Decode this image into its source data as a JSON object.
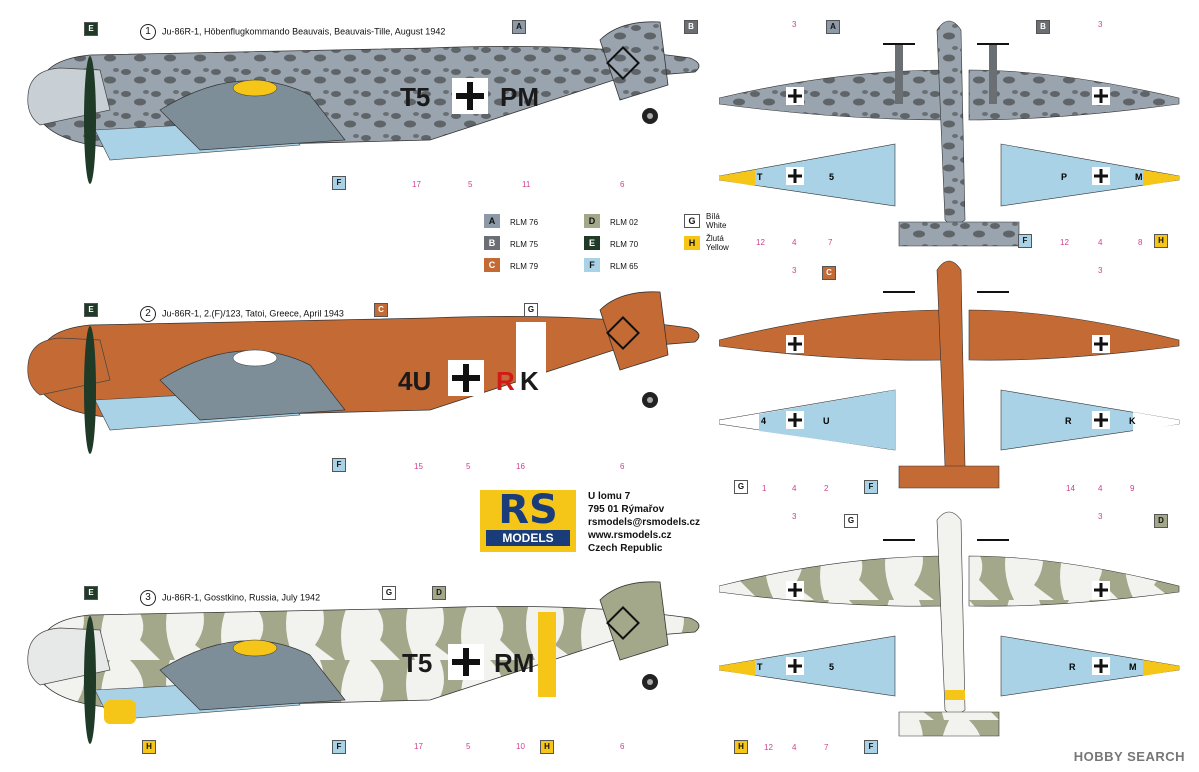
{
  "schemes": [
    {
      "number": "1",
      "title": "Ju-86R-1, Höbenflugkommando Beauvais, Beauvais-Tille, August 1942",
      "code_left": "T5",
      "code_right": "PM",
      "code_red": ""
    },
    {
      "number": "2",
      "title": "Ju-86R-1, 2.(F)/123, Tatoi, Greece, April 1943",
      "code_left": "4U",
      "code_right": "K",
      "code_red": "R"
    },
    {
      "number": "3",
      "title": "Ju-86R-1, Gosstkino, Russia, July 1942",
      "code_left": "T5",
      "code_right": "RM",
      "code_red": ""
    }
  ],
  "side_callouts": {
    "s1": [
      "17",
      "5",
      "11",
      "6"
    ],
    "s2": [
      "15",
      "5",
      "16",
      "6"
    ],
    "s3": [
      "17",
      "5",
      "10",
      "6"
    ]
  },
  "top_callouts": [
    "3",
    "3"
  ],
  "under_callouts": {
    "u1_left": [
      "12",
      "4",
      "7"
    ],
    "u1_right": [
      "12",
      "4",
      "8"
    ],
    "u2_left": [
      "1",
      "4",
      "2"
    ],
    "u2_right": [
      "14",
      "4",
      "9"
    ],
    "u3_left": [
      "12",
      "4",
      "7"
    ]
  },
  "under_letters": {
    "u1_left": [
      "T",
      "5"
    ],
    "u1_right": [
      "P",
      "M"
    ],
    "u2_left": [
      "4",
      "U"
    ],
    "u2_right": [
      "R",
      "K"
    ],
    "u3_left": [
      "T",
      "5"
    ],
    "u3_right": [
      "R",
      "M"
    ]
  },
  "legend": [
    {
      "key": "A",
      "label": "RLM 76",
      "color": "#8d99a6",
      "text": "#222"
    },
    {
      "key": "B",
      "label": "RLM 75",
      "color": "#6b6e72",
      "text": "#fff"
    },
    {
      "key": "C",
      "label": "RLM 79",
      "color": "#c46a35",
      "text": "#fff"
    },
    {
      "key": "D",
      "label": "RLM 02",
      "color": "#a4a88a",
      "text": "#222"
    },
    {
      "key": "E",
      "label": "RLM 70",
      "color": "#1f3a26",
      "text": "#fff"
    },
    {
      "key": "F",
      "label": "RLM 65",
      "color": "#a9d2e6",
      "text": "#222"
    },
    {
      "key": "G",
      "label_line1": "Bílá",
      "label_line2": "White",
      "color": "#ffffff",
      "text": "#222"
    },
    {
      "key": "H",
      "label_line1": "Žlutá",
      "label_line2": "Yellow",
      "color": "#f5c518",
      "text": "#222"
    }
  ],
  "logo": {
    "top": "RS",
    "bottom": "MODELS"
  },
  "address": [
    "U lomu 7",
    "795 01 Rýmařov",
    "rsmodels@rsmodels.cz",
    "www.rsmodels.cz",
    "Czech Republic"
  ],
  "watermark": "HOBBY SEARCH",
  "colors": {
    "rlm76": "#8d99a6",
    "rlm75": "#6b6e72",
    "rlm79": "#c46a35",
    "rlm02": "#a4a88a",
    "rlm70": "#1f3a26",
    "rlm65": "#a9d2e6",
    "white": "#ffffff",
    "yellow": "#f5c518",
    "callout": "#d04090"
  }
}
